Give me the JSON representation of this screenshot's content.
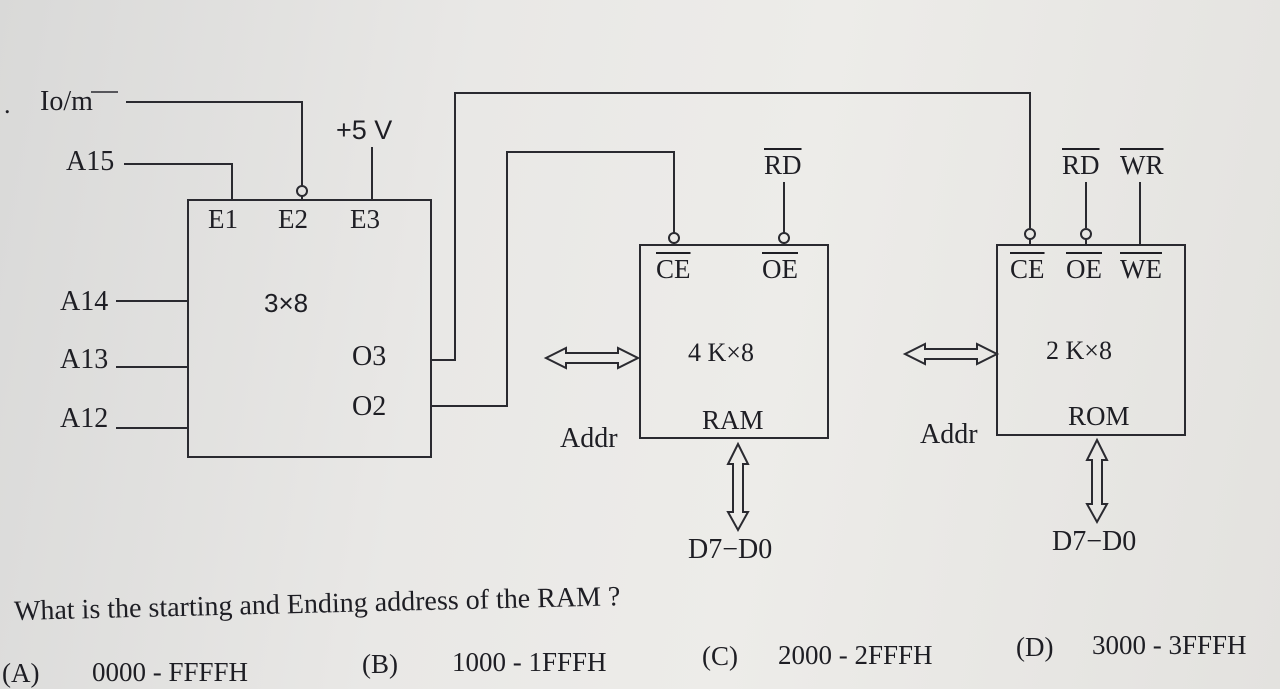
{
  "question_number": ".",
  "decoder": {
    "iom": "Io/m",
    "a15": "A15",
    "vcc": "+5 V",
    "e1": "E1",
    "e2": "E2",
    "e3": "E3",
    "size": "3×8",
    "a14": "A14",
    "a13": "A13",
    "a12": "A12",
    "o3": "O3",
    "o2": "O2"
  },
  "ram": {
    "ce": "CE",
    "oe": "OE",
    "rd": "RD",
    "size": "4 K×8",
    "type": "RAM",
    "addr": "Addr",
    "data": "D7−D0"
  },
  "rom": {
    "ce": "CE",
    "oe": "OE",
    "we": "WE",
    "rd": "RD",
    "wr": "WR",
    "size": "2 K×8",
    "type": "ROM",
    "addr": "Addr",
    "data": "D7−D0"
  },
  "question": "What is the starting and Ending address of the RAM ?",
  "options": [
    {
      "letter": "(A)",
      "text": "0000 - FFFFH"
    },
    {
      "letter": "(B)",
      "text": "1000 - 1FFFH"
    },
    {
      "letter": "(C)",
      "text": "2000 - 2FFFH"
    },
    {
      "letter": "(D)",
      "text": "3000 - 3FFFH"
    }
  ]
}
